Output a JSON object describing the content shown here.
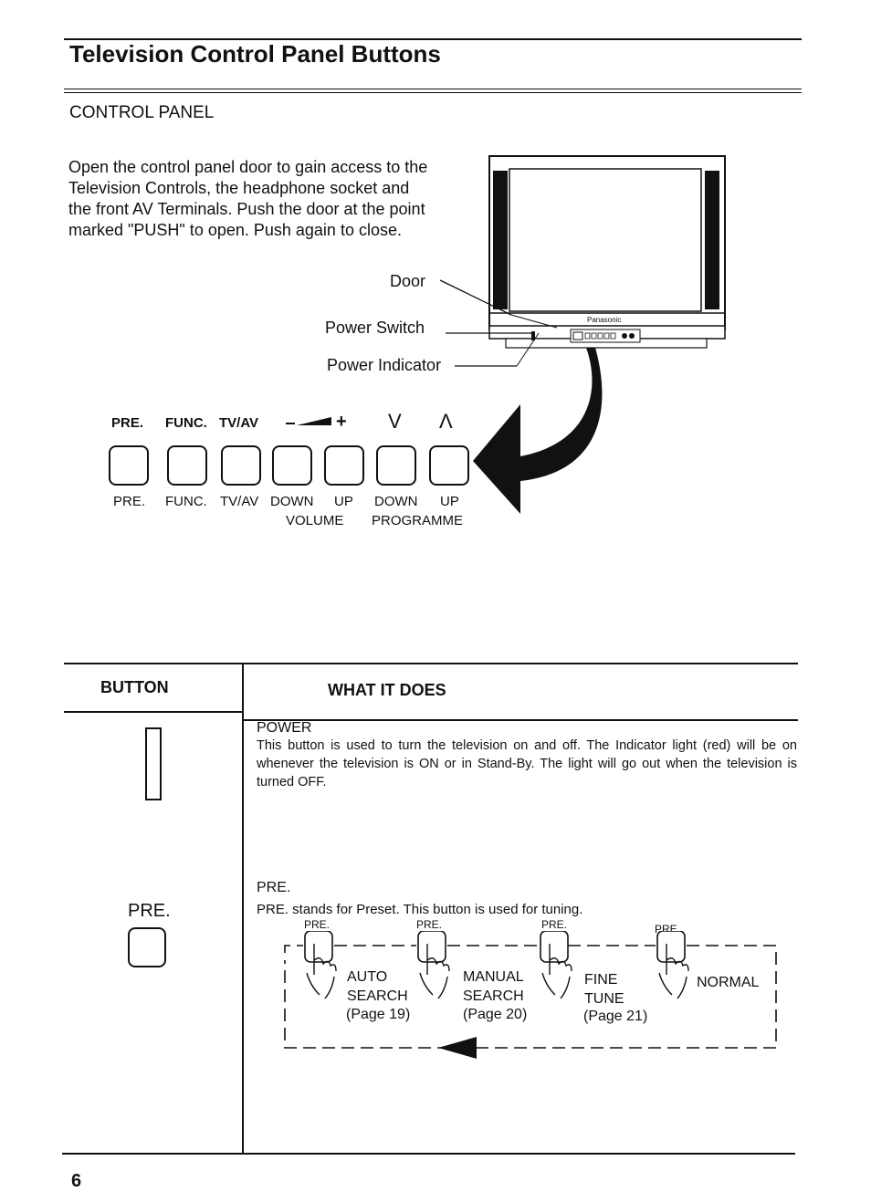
{
  "title": "Television Control Panel Buttons",
  "section_heading": "CONTROL PANEL",
  "intro": "Open the control panel door to gain access to the Television Controls, the headphone socket and the front AV Terminals. Push the door at the point marked \"PUSH\" to open. Push again to close.",
  "callouts": {
    "door": "Door",
    "power_switch": "Power Switch",
    "power_indicator": "Power Indicator",
    "brand": "Panasonic"
  },
  "button_top_labels": {
    "pre": "PRE.",
    "func": "FUNC.",
    "tvav": "TV/AV",
    "plus": "+",
    "down_symbol": "V",
    "up_symbol": "Λ"
  },
  "button_bottom_labels": {
    "pre": "PRE.",
    "func": "FUNC.",
    "tvav": "TV/AV",
    "down": "DOWN",
    "up": "UP",
    "down2": "DOWN",
    "up2": "UP",
    "volume": "VOLUME",
    "programme": "PROGRAMME"
  },
  "table": {
    "col_button": "BUTTON",
    "col_what": "WHAT IT DOES",
    "power": {
      "title": "POWER",
      "text": "This button is used to turn the television on and off. The Indicator light (red) will be on whenever the television is ON or in Stand-By. The light will go out when the television is turned OFF."
    },
    "pre": {
      "button_label": "PRE.",
      "title": "PRE.",
      "text": "PRE. stands for Preset. This button is used for tuning.",
      "small_labels": [
        "PRE.",
        "PRE.",
        "PRE.",
        "PRE."
      ],
      "modes": [
        {
          "name": "AUTO\nSEARCH",
          "page": "(Page 19)"
        },
        {
          "name": "MANUAL\nSEARCH",
          "page": "(Page 20)"
        },
        {
          "name": "FINE\nTUNE",
          "page": "(Page 21)"
        },
        {
          "name": "NORMAL",
          "page": ""
        }
      ]
    }
  },
  "page_number": "6"
}
